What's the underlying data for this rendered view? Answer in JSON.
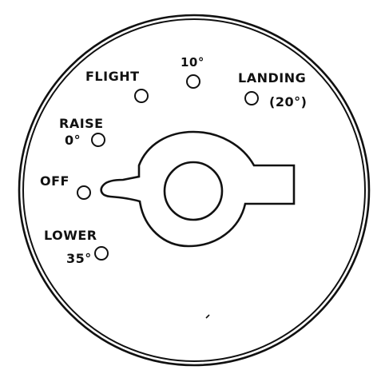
{
  "panel": {
    "positions": {
      "flight": "FLIGHT",
      "ten": "10°",
      "landing": "LANDING",
      "landing_value": "(20°)",
      "raise": "RAISE",
      "raise_value": "0°",
      "off": "OFF",
      "lower": "LOWER",
      "lower_value": "35°"
    }
  },
  "colors": {
    "ink": "#111111",
    "background": "#ffffff"
  }
}
